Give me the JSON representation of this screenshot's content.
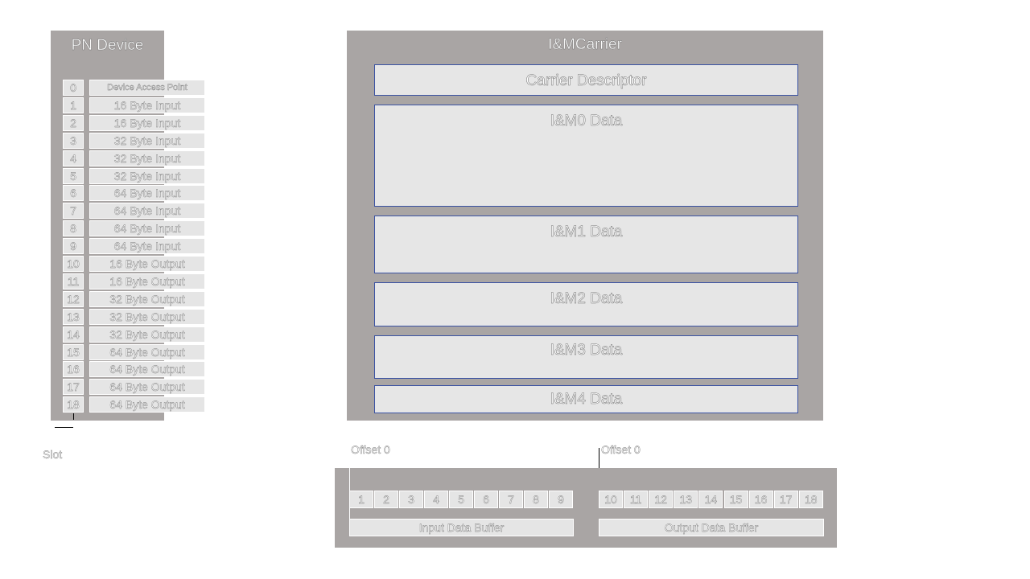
{
  "pn_device": {
    "title": "PN Device",
    "slots": [
      {
        "num": "0",
        "label": "Device Access Point"
      },
      {
        "num": "1",
        "label": "16 Byte Input"
      },
      {
        "num": "2",
        "label": "16 Byte Input"
      },
      {
        "num": "3",
        "label": "32 Byte Input"
      },
      {
        "num": "4",
        "label": "32 Byte Input"
      },
      {
        "num": "5",
        "label": "32 Byte Input"
      },
      {
        "num": "6",
        "label": "64 Byte Input"
      },
      {
        "num": "7",
        "label": "64 Byte Input"
      },
      {
        "num": "8",
        "label": "64 Byte Input"
      },
      {
        "num": "9",
        "label": "64 Byte Input"
      },
      {
        "num": "10",
        "label": "16 Byte Output"
      },
      {
        "num": "11",
        "label": "16 Byte Output"
      },
      {
        "num": "12",
        "label": "32 Byte Output"
      },
      {
        "num": "13",
        "label": "32 Byte Output"
      },
      {
        "num": "14",
        "label": "32 Byte Output"
      },
      {
        "num": "15",
        "label": "64 Byte Output"
      },
      {
        "num": "16",
        "label": "64 Byte Output"
      },
      {
        "num": "17",
        "label": "64 Byte Output"
      },
      {
        "num": "18",
        "label": "64 Byte Output"
      }
    ],
    "slot_label": "Slot"
  },
  "im_carrier": {
    "title": "I&MCarrier",
    "blocks": [
      "Carrier Descriptor",
      "I&M0 Data",
      "I&M1 Data",
      "I&M2 Data",
      "I&M3 Data",
      "I&M4 Data"
    ]
  },
  "buffers": {
    "input_offset": "Offset 0",
    "output_offset": "Offset 0",
    "input_cells": [
      "1",
      "2",
      "3",
      "4",
      "5",
      "6",
      "7",
      "8",
      "9"
    ],
    "output_cells": [
      "10",
      "11",
      "12",
      "13",
      "14",
      "15",
      "16",
      "17",
      "18"
    ],
    "input_label": "Input Data Buffer",
    "output_label": "Output Data Buffer"
  }
}
